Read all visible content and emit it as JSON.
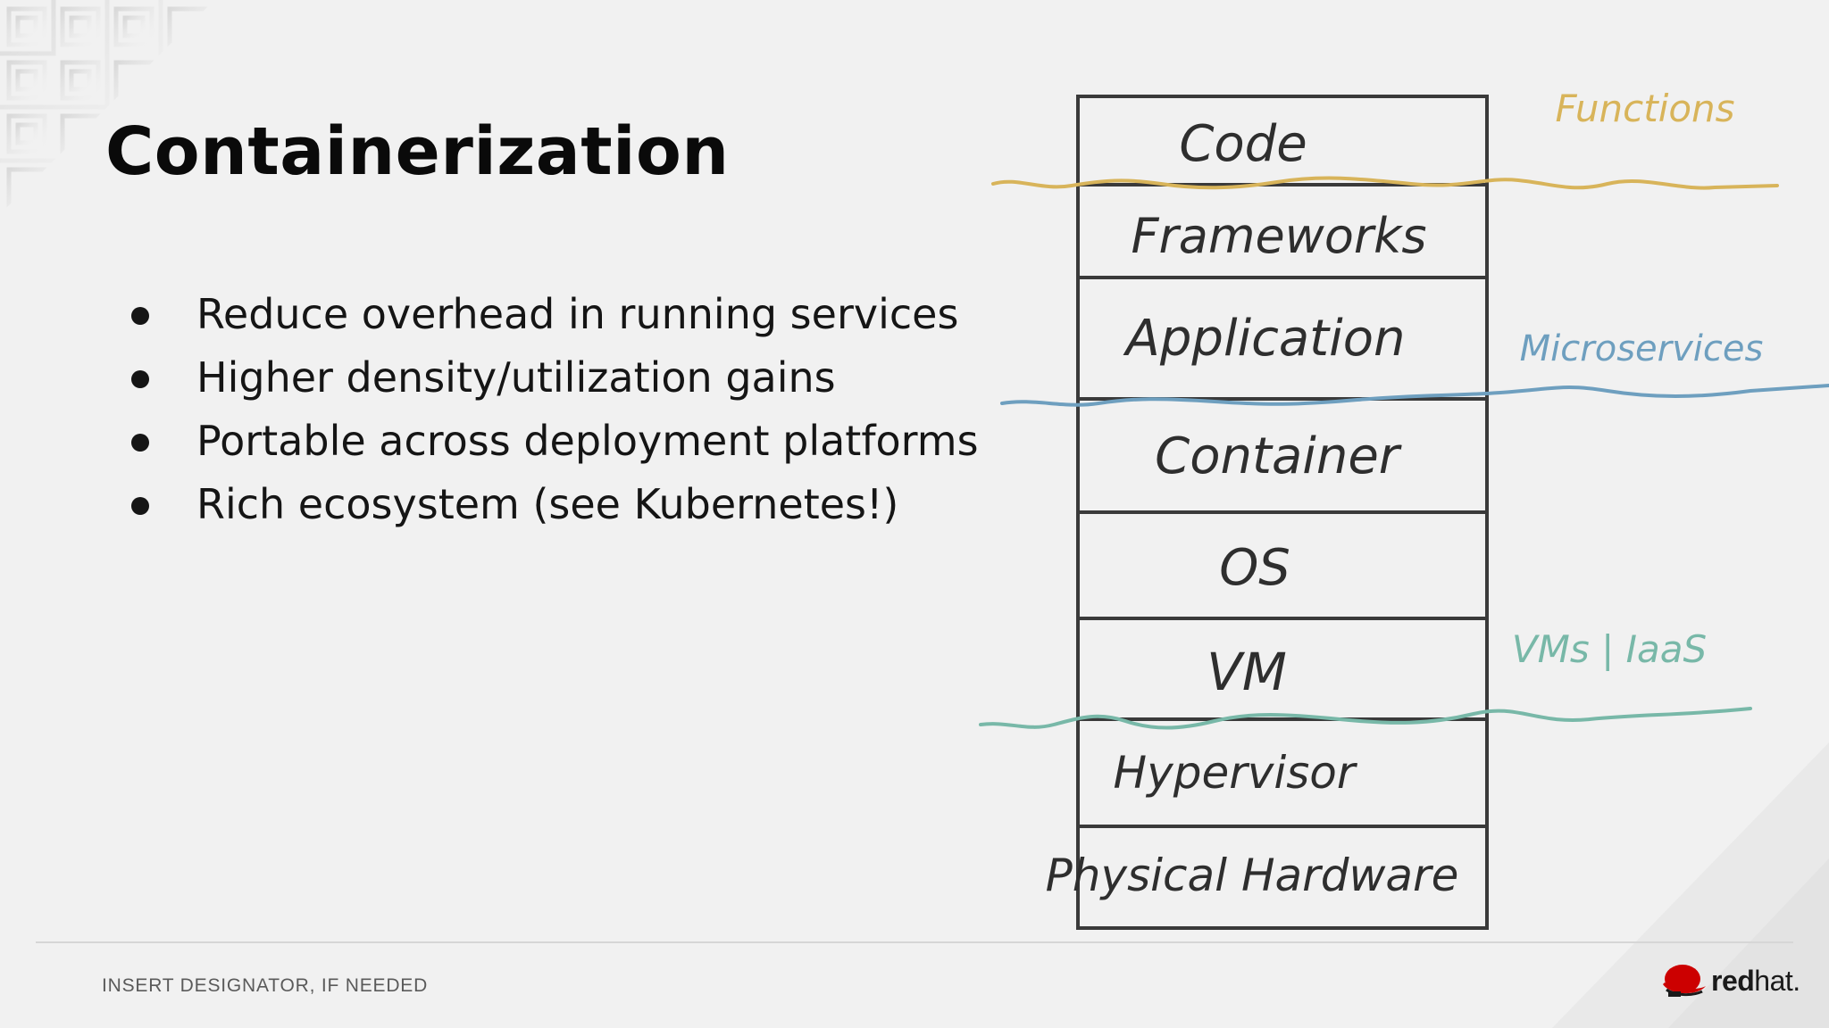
{
  "slide": {
    "title": "Containerization",
    "bullets": [
      "Reduce overhead in running services",
      "Higher density/utilization gains",
      "Portable across deployment platforms",
      "Rich ecosystem (see Kubernetes!)"
    ],
    "footer_designator": "INSERT DESIGNATOR, IF NEEDED",
    "logo": {
      "icon": "redhat-shadowman-icon",
      "text_bold": "red",
      "text_light": "hat."
    }
  },
  "diagram": {
    "layers": [
      "Code",
      "Frameworks",
      "Application",
      "Container",
      "OS",
      "VM",
      "Hypervisor",
      "Physical Hardware"
    ],
    "boundaries": [
      {
        "label": "Functions",
        "color": "#d8b45a"
      },
      {
        "label": "Microservices",
        "color": "#6e9fbf"
      },
      {
        "label": "VMs | IaaS",
        "color": "#78b8a8"
      }
    ]
  },
  "colors": {
    "background": "#f1f1f1",
    "text": "#151515",
    "brand_red": "#cc0000",
    "footer_text": "#5a5a5a"
  }
}
